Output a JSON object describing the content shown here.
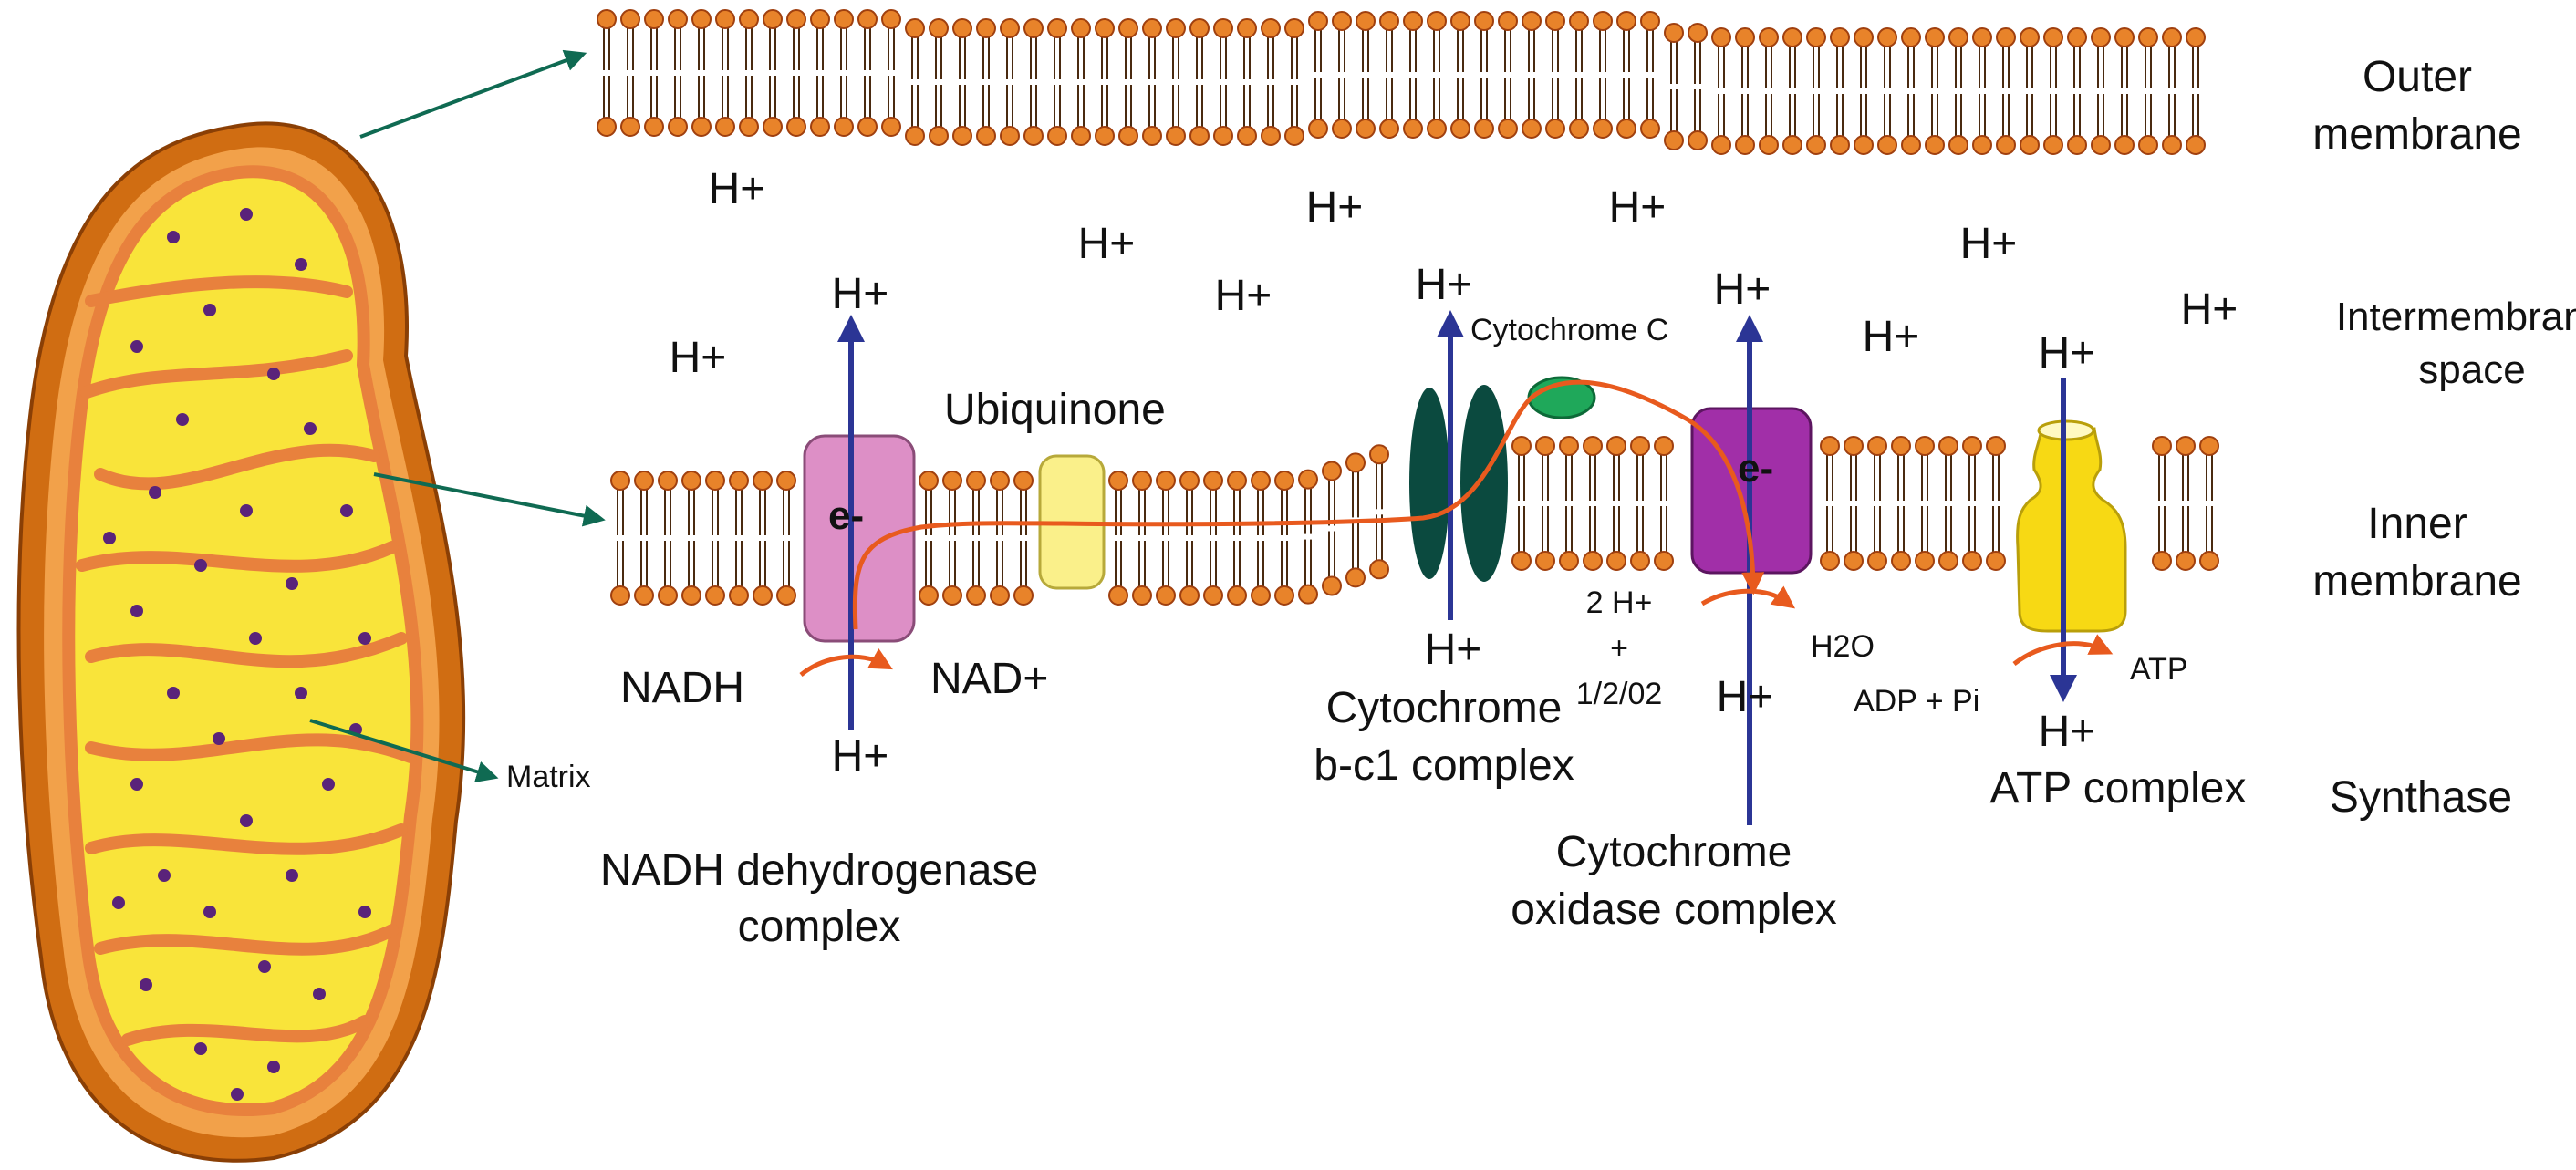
{
  "colors": {
    "lipid_head": "#e8832a",
    "lipid_head_stroke": "#a0400f",
    "lipid_tail": "#4a2a10",
    "proton_arrow": "#2b3595",
    "electron_arrow": "#e85a1e",
    "pointer_arrow": "#0f6a52",
    "mito_outer": "#d06d12",
    "mito_intermembrane": "#f2a14a",
    "mito_matrix": "#f9e43a",
    "mito_cristae": "#e8813d",
    "granule": "#5a237a",
    "nadh_complex": "#dd8fc6",
    "ubiquinone": "#faf08a",
    "cytochrome_bc1": "#0b4a3f",
    "cytochrome_c": "#1fa85a",
    "cytochrome_oxidase": "#a12fa8",
    "atp_synthase": "#f7d914"
  },
  "labels": {
    "outer_membrane": [
      "Outer",
      "membrane"
    ],
    "intermembrane_space": [
      "Intermembrane",
      "space"
    ],
    "inner_membrane": [
      "Inner",
      "membrane"
    ],
    "synthase": "Synthase",
    "matrix": "Matrix",
    "ubiquinone": "Ubiquinone",
    "cytochrome_c": "Cytochrome C",
    "nadh": "NADH",
    "nad_plus": "NAD+",
    "nadh_dehydrogenase": [
      "NADH dehydrogenase",
      "complex"
    ],
    "cytochrome_bc1": [
      "Cytochrome",
      "b-c1 complex"
    ],
    "cytochrome_oxidase": [
      "Cytochrome",
      "oxidase complex"
    ],
    "water_reaction": [
      "2 H+",
      "+",
      "1/2/02"
    ],
    "h2o": "H2O",
    "adp_pi": "ADP + Pi",
    "atp": "ATP",
    "atp_complex": "ATP complex",
    "electron": "e-",
    "proton": "H+"
  }
}
